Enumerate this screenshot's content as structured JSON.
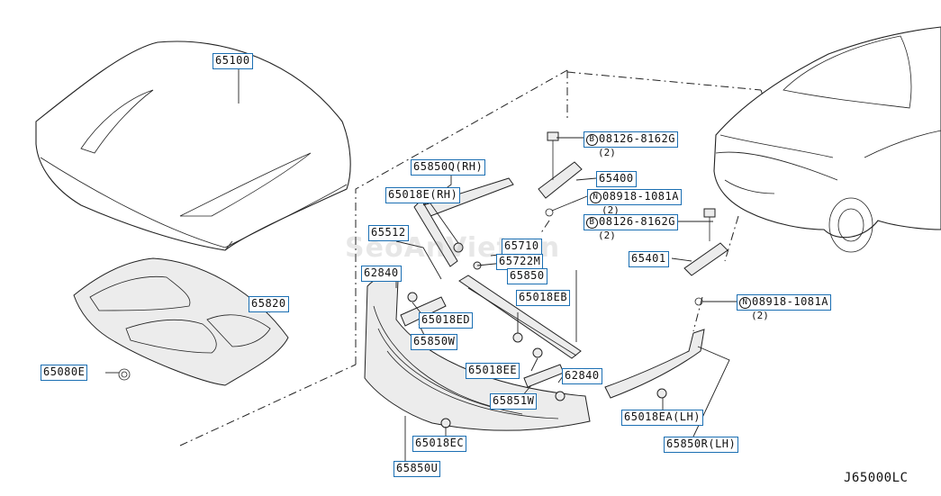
{
  "diagram": {
    "code": "J65000LC",
    "watermark": "SeoAnViet.vn",
    "colors": {
      "callout_border": "#1b6fb3",
      "line": "#222222"
    }
  },
  "callouts": [
    {
      "id": "c65100",
      "label": "65100"
    },
    {
      "id": "c65820",
      "label": "65820"
    },
    {
      "id": "c65080E",
      "label": "65080E"
    },
    {
      "id": "c65850Q",
      "label": "65850Q(RH)"
    },
    {
      "id": "c65018E",
      "label": "65018E(RH)"
    },
    {
      "id": "c65512",
      "label": "65512"
    },
    {
      "id": "c65710",
      "label": "65710"
    },
    {
      "id": "c65722M",
      "label": "65722M"
    },
    {
      "id": "c65850",
      "label": "65850"
    },
    {
      "id": "c62840a",
      "label": "62840"
    },
    {
      "id": "c65018EB",
      "label": "65018EB"
    },
    {
      "id": "c65018ED",
      "label": "65018ED"
    },
    {
      "id": "c65850W",
      "label": "65850W"
    },
    {
      "id": "c65018EE",
      "label": "65018EE"
    },
    {
      "id": "c62840b",
      "label": "62840"
    },
    {
      "id": "c65851W",
      "label": "65851W"
    },
    {
      "id": "c65018EC",
      "label": "65018EC"
    },
    {
      "id": "c65850U",
      "label": "65850U"
    },
    {
      "id": "c08126a",
      "label": "08126-8162G",
      "marker": "B",
      "qty": "(2)"
    },
    {
      "id": "c65400",
      "label": "65400"
    },
    {
      "id": "c08918a",
      "label": "08918-1081A",
      "marker": "N",
      "qty": "(2)"
    },
    {
      "id": "c08126b",
      "label": "08126-8162G",
      "marker": "B",
      "qty": "(2)"
    },
    {
      "id": "c65401",
      "label": "65401"
    },
    {
      "id": "c08918b",
      "label": "08918-1081A",
      "marker": "N",
      "qty": "(2)"
    },
    {
      "id": "c65018EA",
      "label": "65018EA(LH)"
    },
    {
      "id": "c65850R",
      "label": "65850R(LH)"
    }
  ]
}
